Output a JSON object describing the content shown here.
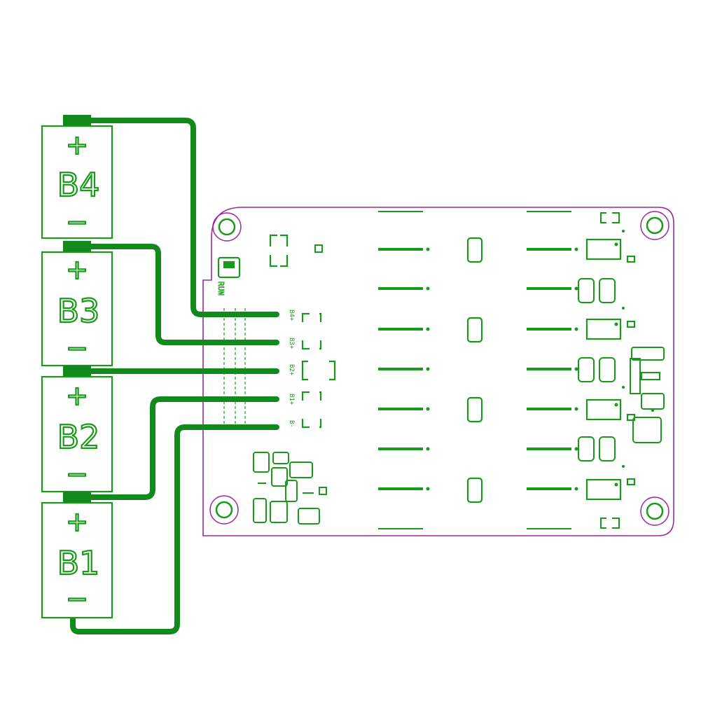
{
  "colors": {
    "trace": "#11891b",
    "silk": "#1a9a1a",
    "board_outline": "#9a2a9a",
    "background": "#ffffff"
  },
  "batteries": [
    {
      "id": "b4",
      "name": "B4",
      "plus": "+",
      "minus": "−"
    },
    {
      "id": "b3",
      "name": "B3",
      "plus": "+",
      "minus": "−"
    },
    {
      "id": "b2",
      "name": "B2",
      "plus": "+",
      "minus": "−"
    },
    {
      "id": "b1",
      "name": "B1",
      "plus": "+",
      "minus": "−"
    }
  ],
  "board": {
    "pins": [
      "B4+",
      "B3+",
      "B2+",
      "B1+",
      "B-"
    ],
    "run_label": "RUN",
    "icons": [
      "mounting-hole-icon"
    ]
  }
}
